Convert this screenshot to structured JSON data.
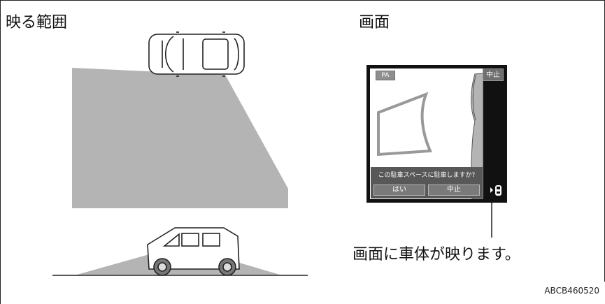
{
  "left_heading": "映る範囲",
  "right_heading": "画面",
  "screen": {
    "pa_badge": "PA",
    "stop_top_label": "中止",
    "dialog_message": "この駐車スペースに駐車しますか?",
    "yes_label": "はい",
    "stop_label": "中止"
  },
  "caption": "画面に車体が映ります。",
  "figure_code": "ABCB460520",
  "colors": {
    "coverage": "#b4b4b4",
    "dark": "#111111",
    "dialog": "#585858"
  }
}
